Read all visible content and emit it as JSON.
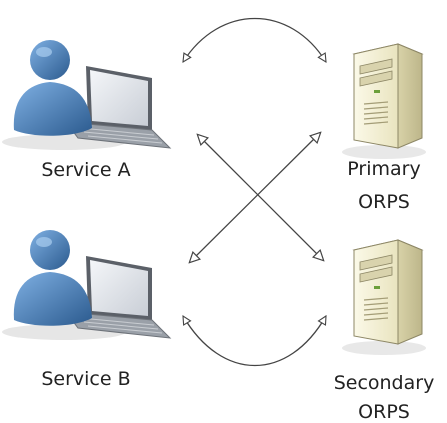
{
  "nodes": {
    "service_a": {
      "label": "Service A",
      "icon": "user-laptop-icon"
    },
    "service_b": {
      "label": "Service B",
      "icon": "user-laptop-icon"
    },
    "primary": {
      "label_line1": "Primary",
      "label_line2": "ORPS",
      "icon": "server-tower-icon"
    },
    "secondary": {
      "label_line1": "Secondary",
      "label_line2": "ORPS",
      "icon": "server-tower-icon"
    }
  },
  "connections": [
    {
      "from": "Service A",
      "to": "Primary ORPS",
      "style": "curved-bidirectional"
    },
    {
      "from": "Service A",
      "to": "Secondary ORPS",
      "style": "straight-bidirectional"
    },
    {
      "from": "Service B",
      "to": "Primary ORPS",
      "style": "straight-bidirectional"
    },
    {
      "from": "Service B",
      "to": "Secondary ORPS",
      "style": "curved-bidirectional"
    }
  ],
  "colors": {
    "person_blue": "#3f78b5",
    "person_dark": "#2b5a8e",
    "laptop_gray": "#8a8f96",
    "server_cream": "#f3efcf",
    "line": "#444444",
    "text": "#222222"
  }
}
